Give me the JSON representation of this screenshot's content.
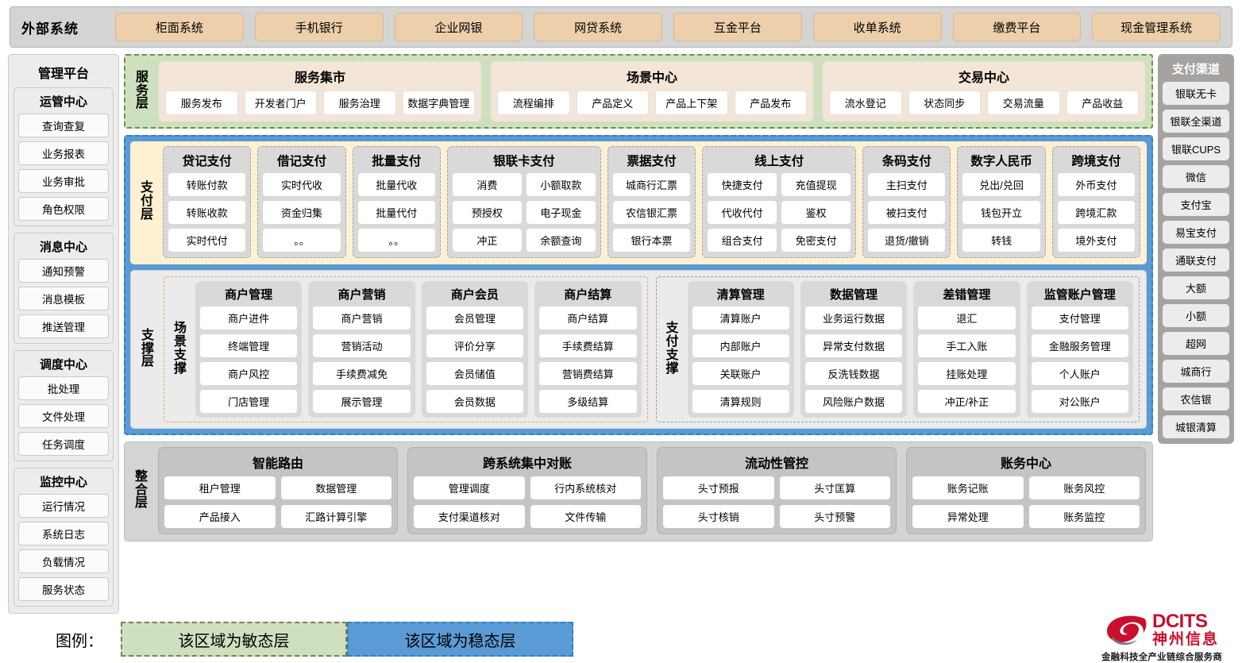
{
  "external": {
    "title": "外部系统",
    "items": [
      "柜面系统",
      "手机银行",
      "企业网银",
      "网贷系统",
      "互金平台",
      "收单系统",
      "缴费平台",
      "现金管理系统"
    ]
  },
  "admin": {
    "title": "管理平台",
    "groups": [
      {
        "title": "运管中心",
        "items": [
          "查询查复",
          "业务报表",
          "业务审批",
          "角色权限"
        ]
      },
      {
        "title": "消息中心",
        "items": [
          "通知预警",
          "消息模板",
          "推送管理"
        ]
      },
      {
        "title": "调度中心",
        "items": [
          "批处理",
          "文件处理",
          "任务调度"
        ]
      },
      {
        "title": "监控中心",
        "items": [
          "运行情况",
          "系统日志",
          "负载情况",
          "服务状态"
        ]
      }
    ]
  },
  "service_layer": {
    "label": "服务层",
    "groups": [
      {
        "title": "服务集市",
        "items": [
          "服务发布",
          "开发者门户",
          "服务治理",
          "数据字典管理"
        ]
      },
      {
        "title": "场景中心",
        "items": [
          "流程编排",
          "产品定义",
          "产品上下架",
          "产品发布"
        ]
      },
      {
        "title": "交易中心",
        "items": [
          "流水登记",
          "状态同步",
          "交易流量",
          "产品收益"
        ]
      }
    ]
  },
  "payment_layer": {
    "label": "支付层",
    "columns": [
      {
        "title": "贷记支付",
        "cols": 1,
        "items": [
          "转账付款",
          "转账收款",
          "实时代付"
        ]
      },
      {
        "title": "借记支付",
        "cols": 1,
        "items": [
          "实时代收",
          "资金归集",
          "。。"
        ]
      },
      {
        "title": "批量支付",
        "cols": 1,
        "items": [
          "批量代收",
          "批量代付",
          "。。"
        ]
      },
      {
        "title": "银联卡支付",
        "cols": 2,
        "items": [
          "消费",
          "小额取款",
          "预授权",
          "电子现金",
          "冲正",
          "余额查询"
        ]
      },
      {
        "title": "票据支付",
        "cols": 1,
        "items": [
          "城商行汇票",
          "农信银汇票",
          "银行本票"
        ]
      },
      {
        "title": "线上支付",
        "cols": 2,
        "items": [
          "快捷支付",
          "充值提现",
          "代收代付",
          "鉴权",
          "组合支付",
          "免密支付"
        ]
      },
      {
        "title": "条码支付",
        "cols": 1,
        "items": [
          "主扫支付",
          "被扫支付",
          "退货/撤销"
        ]
      },
      {
        "title": "数字人民币",
        "cols": 1,
        "items": [
          "兑出/兑回",
          "钱包开立",
          "转钱"
        ]
      },
      {
        "title": "跨境支付",
        "cols": 1,
        "items": [
          "外币支付",
          "跨境汇款",
          "境外支付"
        ]
      }
    ]
  },
  "support_layer": {
    "label": "支撑层",
    "sections": [
      {
        "label": "场景支撑",
        "columns": [
          {
            "title": "商户管理",
            "items": [
              "商户进件",
              "终端管理",
              "商户风控",
              "门店管理"
            ]
          },
          {
            "title": "商户营销",
            "items": [
              "商户营销",
              "营销活动",
              "手续费减免",
              "展示管理"
            ]
          },
          {
            "title": "商户会员",
            "items": [
              "会员管理",
              "评价分享",
              "会员储值",
              "会员数据"
            ]
          },
          {
            "title": "商户结算",
            "items": [
              "商户结算",
              "手续费结算",
              "营销费结算",
              "多级结算"
            ]
          }
        ]
      },
      {
        "label": "支付支撑",
        "columns": [
          {
            "title": "清算管理",
            "items": [
              "清算账户",
              "内部账户",
              "关联账户",
              "清算规则"
            ]
          },
          {
            "title": "数据管理",
            "items": [
              "业务运行数据",
              "异常支付数据",
              "反洗钱数据",
              "风险账户数据"
            ]
          },
          {
            "title": "差错管理",
            "items": [
              "退汇",
              "手工入账",
              "挂账处理",
              "冲正/补正"
            ]
          },
          {
            "title": "监管账户管理",
            "items": [
              "支付管理",
              "金融服务管理",
              "个人账户",
              "对公账户"
            ]
          }
        ]
      }
    ]
  },
  "integration_layer": {
    "label": "整合层",
    "groups": [
      {
        "title": "智能路由",
        "items": [
          "租户管理",
          "数据管理",
          "产品接入",
          "汇路计算引擎"
        ]
      },
      {
        "title": "跨系统集中对账",
        "items": [
          "管理调度",
          "行内系统核对",
          "支付渠道核对",
          "文件传输"
        ]
      },
      {
        "title": "流动性管控",
        "items": [
          "头寸预报",
          "头寸匡算",
          "头寸核销",
          "头寸预警"
        ]
      },
      {
        "title": "账务中心",
        "items": [
          "账务记账",
          "账务风控",
          "异常处理",
          "账务监控"
        ]
      }
    ]
  },
  "channels": {
    "title": "支付渠道",
    "items": [
      "银联无卡",
      "银联全渠道",
      "银联CUPS",
      "微信",
      "支付宝",
      "易宝支付",
      "通联支付",
      "大额",
      "小额",
      "超网",
      "城商行",
      "农信银",
      "城银清算"
    ]
  },
  "legend": {
    "label": "图例：",
    "agile": "该区域为敏态层",
    "stable": "该区域为稳态层",
    "agile_color": "#cfe0bf",
    "stable_color": "#5b9bd5"
  },
  "brand": {
    "name_en": "DCITS",
    "name_cn": "神州信息",
    "tagline": "金融科技全产业链综合服务商",
    "color": "#c8102e"
  }
}
